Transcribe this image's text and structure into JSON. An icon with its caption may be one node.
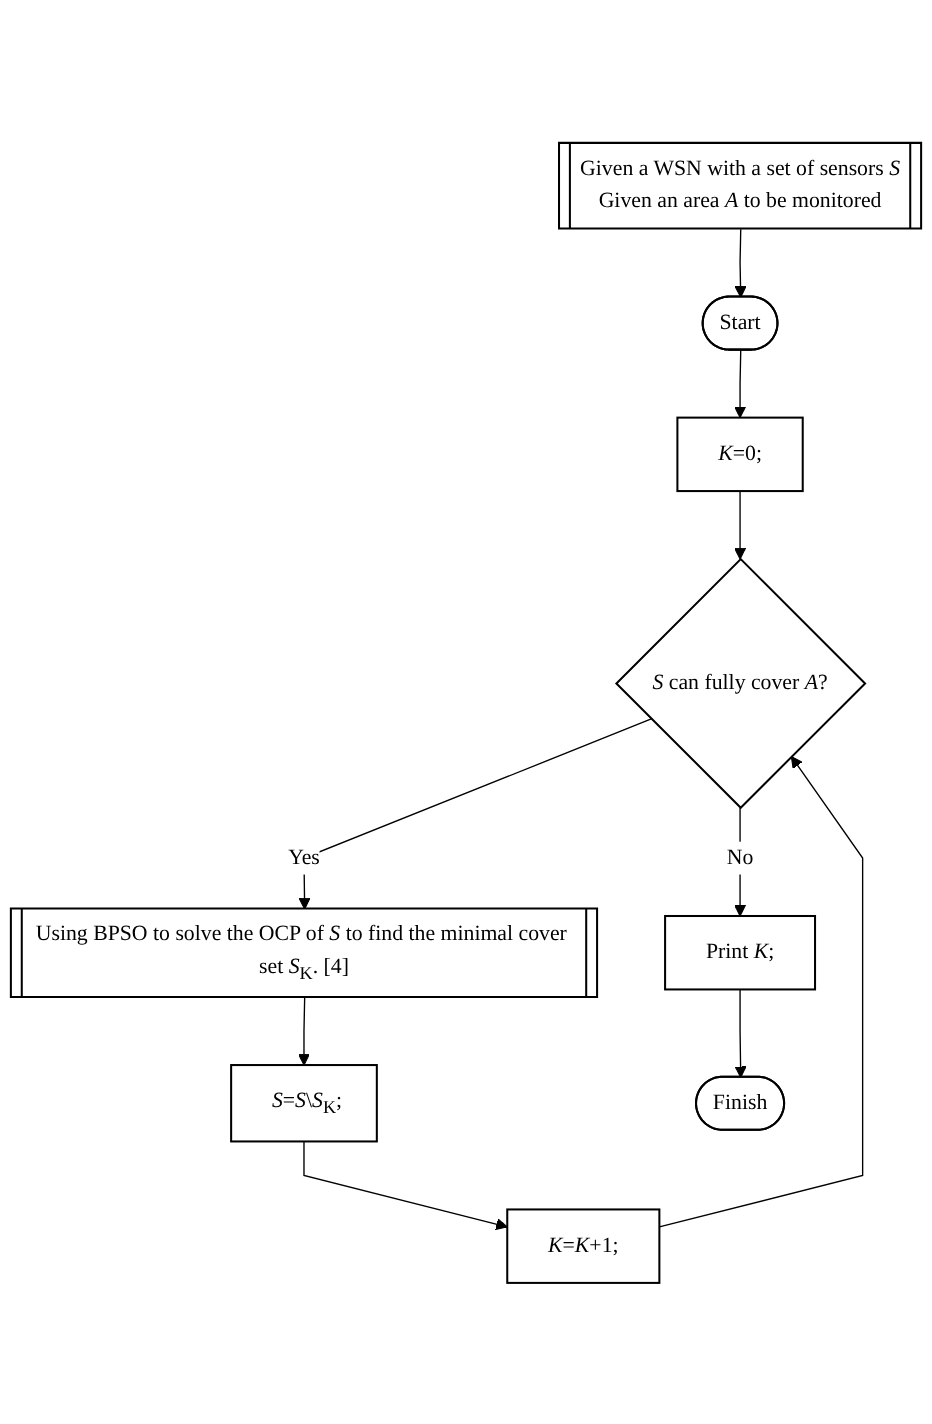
{
  "diagram": {
    "nodes": [
      {
        "text": [
          "Given a WSN with a set of sensors *S*",
          "Given an area *A* to be monitored"
        ]
      },
      {
        "text": [
          "Start"
        ]
      },
      {
        "text": [
          "*K*=0;"
        ]
      },
      {
        "text": [
          "*S* can fully cover *A*?"
        ]
      },
      {
        "text": [
          "Using BPSO to solve the OCP of *S* to find the minimal cover set *S*$_{K}$. [4]"
        ]
      },
      {
        "text": [
          "*S*=*S*\\*S*$_{K}$;"
        ]
      },
      {
        "text": [
          "*K*=*K*+1;"
        ]
      },
      {
        "text": [
          "Print *K*;"
        ]
      },
      {
        "text": [
          "Finish"
        ]
      }
    ],
    "edges": [
      {
        "from": 0,
        "to": 1,
        "arrow": "to"
      },
      {
        "from": 1,
        "to": 2,
        "arrow": "to"
      },
      {
        "from": 2,
        "to": 3,
        "arrow": "to"
      },
      {
        "from": 3,
        "to": 4,
        "arrow": "to",
        "label": "Yes"
      },
      {
        "from": 4,
        "to": 5,
        "arrow": "to"
      },
      {
        "from": 5,
        "to": 6,
        "arrow": "to"
      },
      {
        "from": 6,
        "to": 3,
        "arrow": "to"
      },
      {
        "from": 3,
        "to": 7,
        "arrow": "to",
        "label": "No"
      },
      {
        "from": 7,
        "to": 8,
        "arrow": "to"
      }
    ]
  }
}
